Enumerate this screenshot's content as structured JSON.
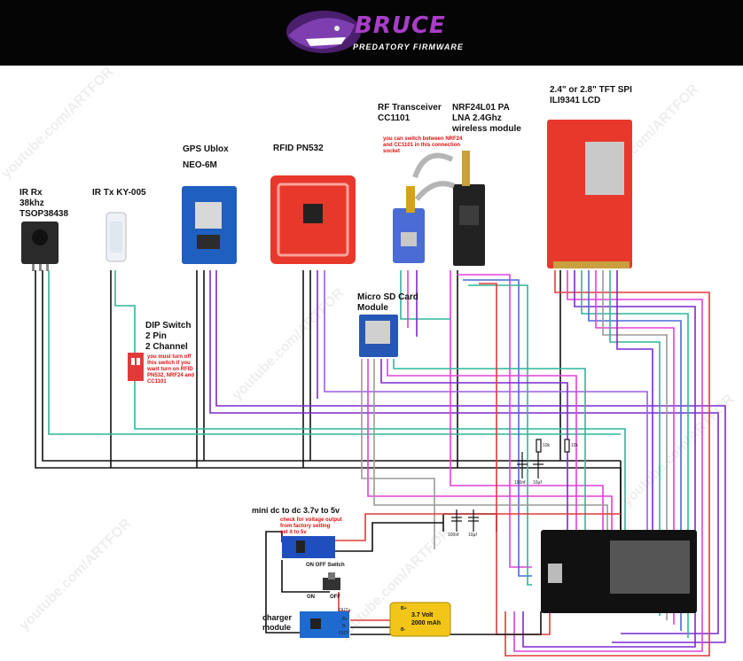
{
  "banner": {
    "brand": "BRUCE",
    "subtitle": "PREDATORY FIRMWARE"
  },
  "labels": {
    "ir_rx": [
      "IR Rx",
      "38khz",
      "TSOP38438"
    ],
    "ir_tx": "IR Tx KY-005",
    "gps": [
      "GPS Ublox",
      "NEO-6M"
    ],
    "rfid": "RFID PN532",
    "cc1101": [
      "RF Transceiver",
      "CC1101"
    ],
    "nrf24": [
      "NRF24L01 PA",
      "LNA 2.4Ghz",
      "wireless module"
    ],
    "tft": [
      "2.4\" or 2.8\" TFT SPI",
      "ILI9341 LCD"
    ],
    "dip": [
      "DIP Switch",
      "2 Pin",
      "2 Channel"
    ],
    "sd": [
      "Micro SD Card",
      "Module"
    ],
    "dcdc": "mini dc to dc 3.7v to 5v",
    "onoff": "ON OFF Switch",
    "on": "ON",
    "off": "OFF",
    "charger": [
      "charger",
      "module"
    ],
    "battery": [
      "3.7 Volt",
      "2000 mAh"
    ]
  },
  "notes": {
    "rf_switch": [
      "you can switch between NRF24",
      "and CC1101 in this connection",
      "socket"
    ],
    "dip_note": [
      "you must turn off",
      "this switch if you",
      "want turn on RFID",
      "PN532, NRF24 and",
      "CC1101"
    ],
    "dcdc_note": [
      "check for voltage output",
      "from factory setting",
      "set it to 5v"
    ]
  },
  "components_text": {
    "cap1": "100nf",
    "cap2": "10µf",
    "cap3": "100nf",
    "cap4": "10µf",
    "res1": "10k",
    "res2": "10k",
    "chg_pins": [
      "OUT+",
      "B+",
      "B-",
      "OUT-"
    ],
    "bat_pins": [
      "B+",
      "B-"
    ],
    "watermark": "youtube.com/ARTFOR"
  },
  "colors": {
    "black": "#111111",
    "teal": "#2fb59a",
    "purple": "#7a2ad0",
    "magenta": "#e040d8",
    "red": "#e23a3a",
    "gray": "#9a9a9a",
    "violet": "#9b5de5",
    "blue": "#4a6cd4",
    "board_red": "#e8382c"
  }
}
